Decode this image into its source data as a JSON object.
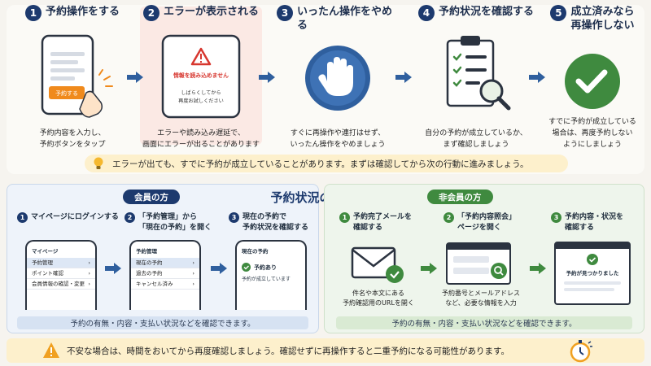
{
  "steps": [
    {
      "num": "1",
      "title": "予約操作をする",
      "desc": "予約内容を入力し、\n予約ボタンをタップ",
      "button_label": "予約する"
    },
    {
      "num": "2",
      "title": "エラーが表示される",
      "desc": "エラーや読み込み遅延で、\n画面にエラーが出ることがあります",
      "error_title": "情報を読み込めません",
      "error_msg": "しばらくしてから\n再度お試しください"
    },
    {
      "num": "3",
      "title": "いったん操作をやめる",
      "desc": "すぐに再操作や連打はせず、\nいったん操作をやめましょう"
    },
    {
      "num": "4",
      "title": "予約状況を確認する",
      "desc": "自分の予約が成立しているか、\nまず確認しましょう"
    },
    {
      "num": "5",
      "title": "成立済みなら\n再操作しない",
      "desc": "すでに予約が成立している\n場合は、再度予約しない\nようにしましょう"
    }
  ],
  "tip": "エラーが出ても、すでに予約が成立していることがあります。まずは確認してから次の行動に進みましょう。",
  "center_title": "予約状況の確認方法",
  "member": {
    "label": "会員の方",
    "steps": [
      {
        "num": "1",
        "text": "マイページにログインする"
      },
      {
        "num": "2",
        "text": "「予約管理」から\n「現在の予約」を開く"
      },
      {
        "num": "3",
        "text": "現在の予約で\n予約状況を確認する"
      }
    ],
    "phone1": {
      "title": "マイページ",
      "rows": [
        "予約管理",
        "ポイント確認",
        "会員情報の確認・変更"
      ]
    },
    "phone2": {
      "title": "予約管理",
      "rows": [
        "現在の予約",
        "過去の予約",
        "キャンセル済み"
      ]
    },
    "phone3": {
      "title": "現在の予約",
      "status": "予約あり",
      "detail": "予約が成立しています"
    },
    "footer": "予約の有無・内容・支払い状況などを確認できます。"
  },
  "nonmember": {
    "label": "非会員の方",
    "steps": [
      {
        "num": "1",
        "text": "予約完了メールを\n確認する"
      },
      {
        "num": "2",
        "text": "「予約内容照会」\nページを開く"
      },
      {
        "num": "3",
        "text": "予約内容・状況を\n確認する"
      }
    ],
    "desc1": "件名や本文にある\n予約確認用のURLを開く",
    "desc2": "予約番号とメールアドレス\nなど、必要な情報を入力",
    "found": "予約が見つかりました",
    "footer": "予約の有無・内容・支払い状況などを確認できます。"
  },
  "warning": "不安な場合は、時間をおいてから再度確認しましょう。確認せずに再操作すると二重予約になる可能性があります。",
  "colors": {
    "navy": "#1d3a6e",
    "green": "#3f8a3f",
    "orange": "#f08a1c",
    "red": "#d7372f",
    "arrow": "#2f5f9e"
  }
}
